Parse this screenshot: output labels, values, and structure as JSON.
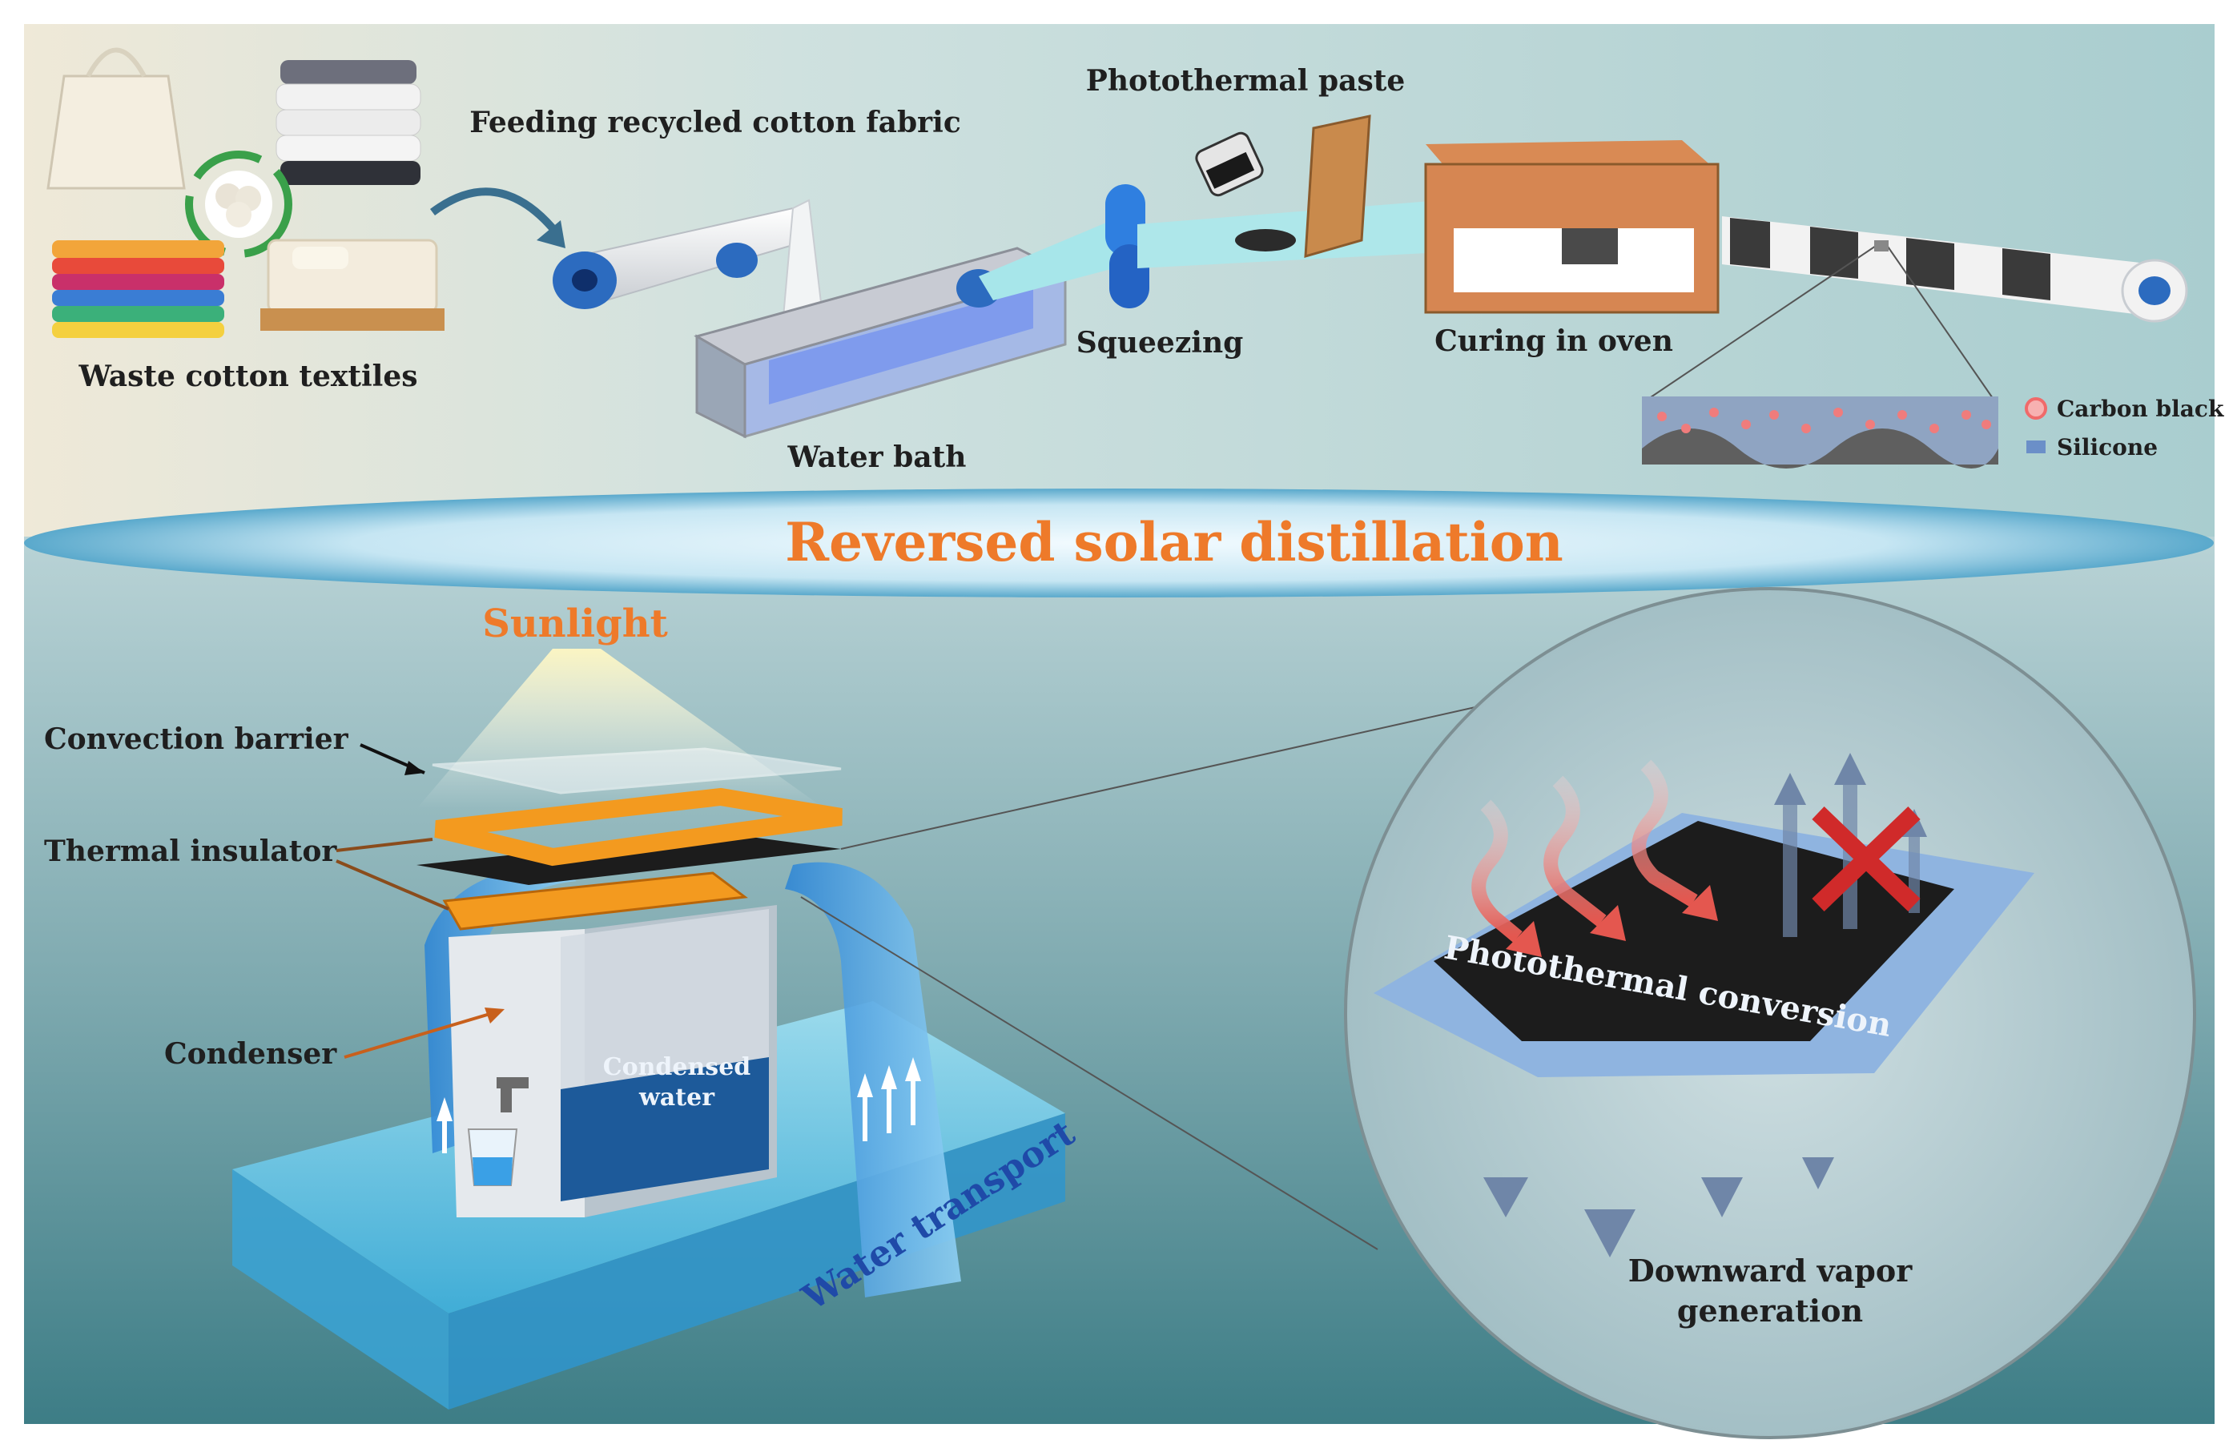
{
  "figure": {
    "banner_title": "Reversed solar distillation",
    "top_panel": {
      "waste_textiles_label": "Waste cotton textiles",
      "feeding_label": "Feeding recycled cotton fabric",
      "water_bath_label": "Water bath",
      "squeezing_label": "Squeezing",
      "photothermal_paste_label": "Photothermal paste",
      "curing_label": "Curing in oven",
      "legend": [
        {
          "label": "Carbon black",
          "color": "#f06a6a"
        },
        {
          "label": "Silicone",
          "color": "#6b8fc8"
        }
      ]
    },
    "bottom_panel": {
      "sunlight_label": "Sunlight",
      "convection_barrier_label": "Convection barrier",
      "thermal_insulator_label": "Thermal insulator",
      "condenser_label": "Condenser",
      "condensed_water_label_1": "Condensed",
      "condensed_water_label_2": "water",
      "water_transport_label": "Water transport",
      "photothermal_conversion_label": "Photothermal conversion",
      "downward_vapor_label_1": "Downward vapor",
      "downward_vapor_label_2": "generation"
    },
    "colors": {
      "accent_orange": "#ee7a2a",
      "frame_orange": "#f39a1f",
      "water_blue": "#4aa6e6",
      "fabric_black": "#1c1c1c"
    }
  }
}
